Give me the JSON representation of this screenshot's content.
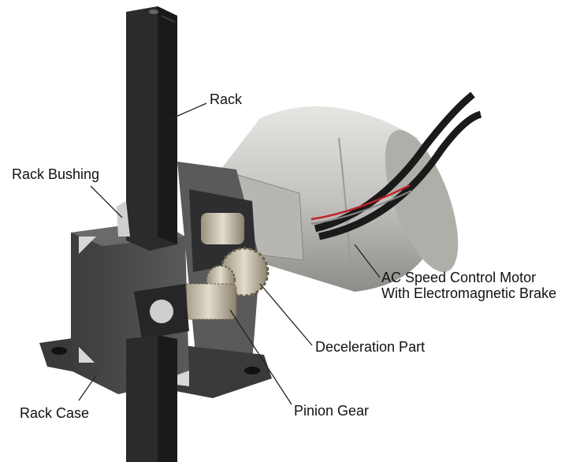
{
  "labels": {
    "rack": "Rack",
    "rack_bushing": "Rack Bushing",
    "motor_line1": "AC Speed Control Motor",
    "motor_line2": "With Electromagnetic Brake",
    "deceleration": "Deceleration Part",
    "pinion": "Pinion Gear",
    "rack_case": "Rack Case"
  },
  "colors": {
    "rack": "#2b2b2b",
    "case": "#4a4a4c",
    "motor": "#c9c7c3",
    "cable": "#1a1a1a",
    "leader": "#222222"
  }
}
